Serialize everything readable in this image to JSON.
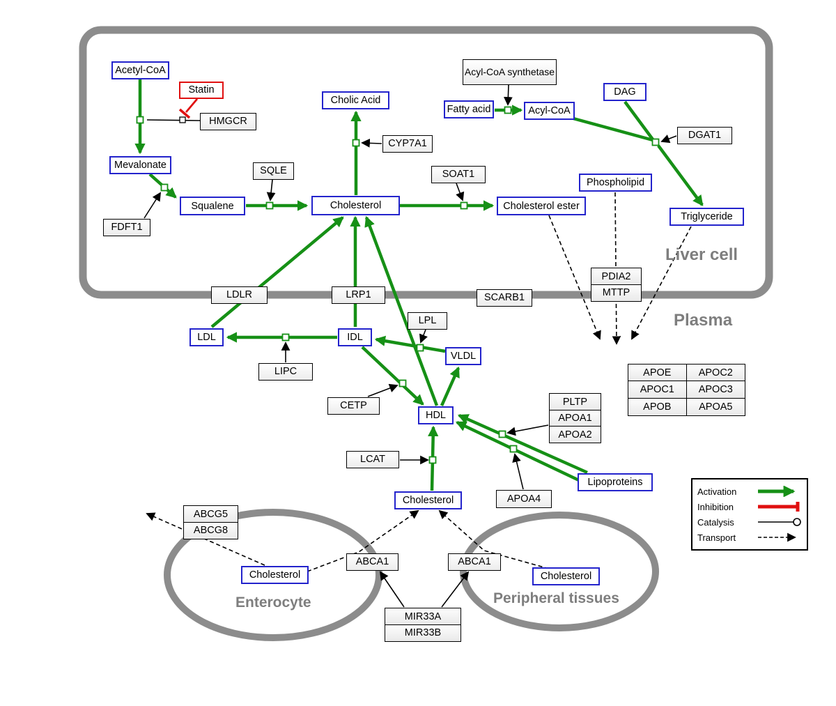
{
  "compartments": {
    "liver": "Liver cell",
    "plasma": "Plasma",
    "enterocyte": "Enterocyte",
    "peripheral": "Peripheral tissues"
  },
  "metabolites": {
    "acetyl_coa": "Acetyl-CoA",
    "mevalonate": "Mevalonate",
    "squalene": "Squalene",
    "cholesterol_liver": "Cholesterol",
    "cholic_acid": "Cholic Acid",
    "cholesterol_ester": "Cholesterol ester",
    "fatty_acid": "Fatty acid",
    "acyl_coa": "Acyl-CoA",
    "dag": "DAG",
    "phospholipid": "Phospholipid",
    "triglyceride": "Triglyceride",
    "ldl": "LDL",
    "idl": "IDL",
    "vldl": "VLDL",
    "hdl": "HDL",
    "lipoproteins": "Lipoproteins",
    "cholesterol_plasma": "Cholesterol",
    "cholesterol_enterocyte": "Cholesterol",
    "cholesterol_peripheral": "Cholesterol"
  },
  "genes": {
    "statin": "Statin",
    "hmgcr": "HMGCR",
    "fdft1": "FDFT1",
    "sqle": "SQLE",
    "cyp7a1": "CYP7A1",
    "soat1": "SOAT1",
    "acyl_coa_synthetase": "Acyl-CoA synthetase",
    "dgat1": "DGAT1",
    "ldlr": "LDLR",
    "lrp1": "LRP1",
    "scarb1": "SCARB1",
    "pdia2": "PDIA2",
    "mttp": "MTTP",
    "lipc": "LIPC",
    "lpl": "LPL",
    "cetp": "CETP",
    "lcat": "LCAT",
    "pltp": "PLTP",
    "apoa1": "APOA1",
    "apoa2": "APOA2",
    "apoa4": "APOA4",
    "abcg5": "ABCG5",
    "abcg8": "ABCG8",
    "abca1_enterocyte": "ABCA1",
    "abca1_peripheral": "ABCA1",
    "mir33a": "MIR33A",
    "mir33b": "MIR33B",
    "apoe": "APOE",
    "apoc2": "APOC2",
    "apoc1": "APOC1",
    "apoc3": "APOC3",
    "apob": "APOB",
    "apoa5": "APOA5"
  },
  "legend": {
    "activation": "Activation",
    "inhibition": "Inhibition",
    "catalysis": "Catalysis",
    "transport": "Transport"
  },
  "colors": {
    "activation_green": "#169016",
    "inhibition_red": "#e01010",
    "metabolite_border_blue": "#2323cc",
    "compartment_gray": "#8c8c8c"
  }
}
